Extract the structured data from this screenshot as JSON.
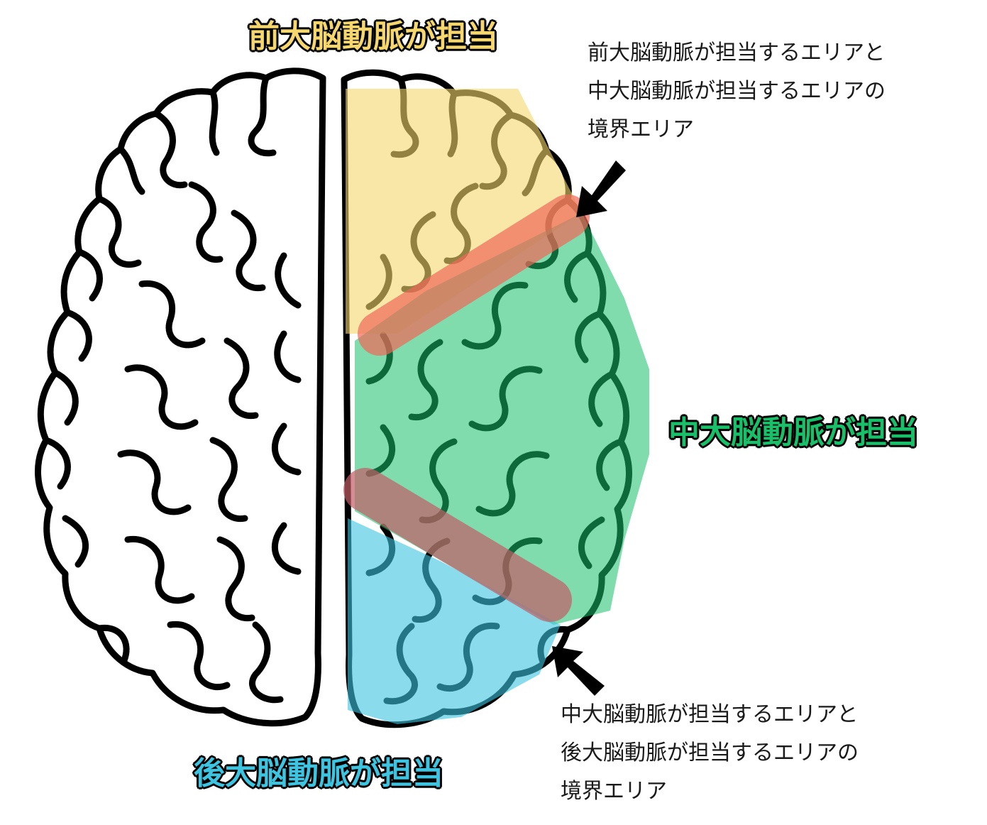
{
  "labels": {
    "anterior": "前大脳動脈が担当",
    "middle": "中大脳動脈が担当",
    "posterior": "後大脳動脈が担当"
  },
  "notes": {
    "top": [
      "前大脳動脈が担当するエリアと",
      "中大脳動脈が担当するエリアの",
      "境界エリア"
    ],
    "bottom": [
      "中大脳動脈が担当するエリアと",
      "後大脳動脈が担当するエリアの",
      "境界エリア"
    ]
  },
  "colors": {
    "anterior": "#f5d76e",
    "middle": "#18c06a",
    "posterior": "#3cc4e0",
    "boundary": "#f06a5a",
    "outline": "#000000"
  },
  "icons": [
    "brain-outline-icon",
    "arrow-icon"
  ]
}
